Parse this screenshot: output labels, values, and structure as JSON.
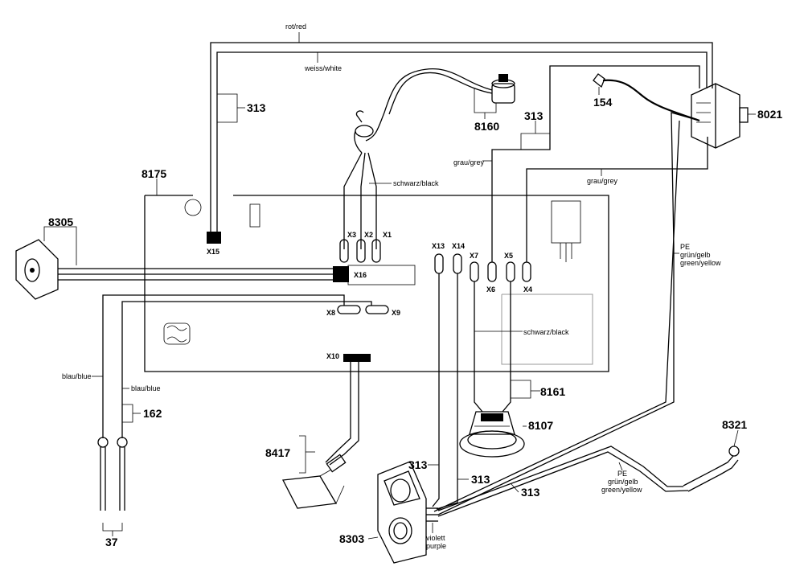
{
  "parts": {
    "p8175": "8175",
    "p8305": "8305",
    "p313a": "313",
    "p8160": "8160",
    "p313b": "313",
    "p154": "154",
    "p8021": "8021",
    "p8161": "8161",
    "p8107": "8107",
    "p162": "162",
    "p8417": "8417",
    "p313c": "313",
    "p313d": "313",
    "p313e": "313",
    "p8321": "8321",
    "p8303": "8303",
    "p37": "37"
  },
  "connectors": {
    "X15": "X15",
    "X16": "X16",
    "X3": "X3",
    "X2": "X2",
    "X1": "X1",
    "X13": "X13",
    "X14": "X14",
    "X7": "X7",
    "X5": "X5",
    "X6": "X6",
    "X4": "X4",
    "X8": "X8",
    "X9": "X9",
    "X10": "X10"
  },
  "wires": {
    "rot_red": "rot/red",
    "weiss_white": "weiss/white",
    "schwarz_black_top": "schwarz/black",
    "grau_grey_left": "grau/grey",
    "grau_grey_right": "grau/grey",
    "pe_top": "PE",
    "gruen_gelb_top": "grün/gelb",
    "green_yellow_top": "green/yellow",
    "schwarz_black_mid": "schwarz/black",
    "blau_blue_1": "blau/blue",
    "blau_blue_2": "blau/blue",
    "pe_bottom": "PE",
    "gruen_gelb_bottom": "grün/gelb",
    "green_yellow_bottom": "green/yellow",
    "violett": "violett",
    "purple": "purple"
  }
}
